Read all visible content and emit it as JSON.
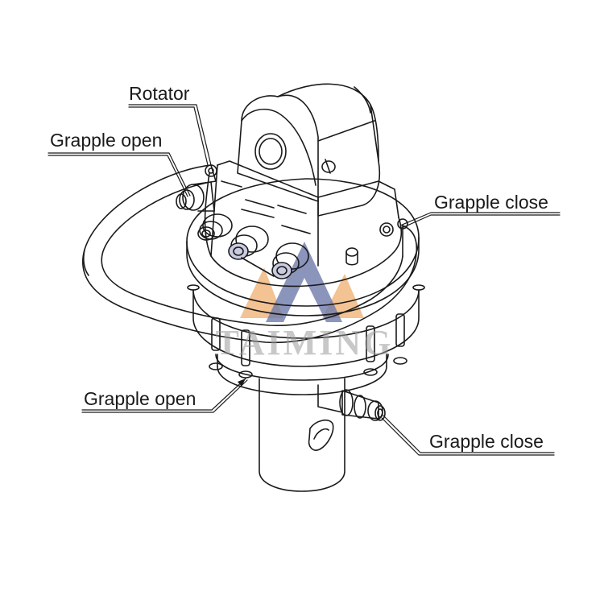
{
  "labels": {
    "rotator": "Rotator",
    "grapple_open_top": "Grapple open",
    "grapple_close_right": "Grapple close",
    "grapple_open_bottom": "Grapple open",
    "grapple_close_bottom": "Grapple close"
  },
  "watermark": {
    "text": "TAIMING",
    "text_color": "#9a9a9a",
    "logo_colors": [
      "#3d4f8f",
      "#f0b070"
    ]
  },
  "colors": {
    "line": "#1a1a1a",
    "background": "#ffffff"
  }
}
